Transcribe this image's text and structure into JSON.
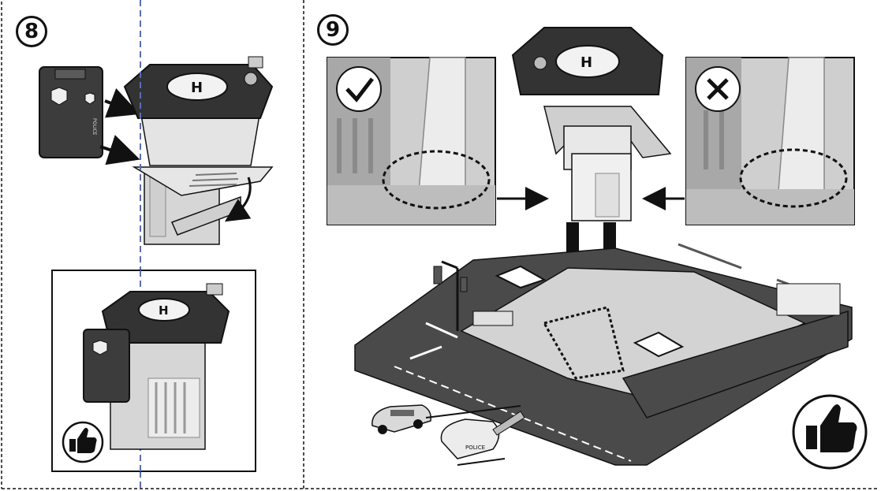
{
  "steps": [
    {
      "number": "8"
    },
    {
      "number": "9"
    }
  ],
  "colors": {
    "ink": "#111111",
    "dark_part": "#3c3c3c",
    "mid_part": "#8a8a8a",
    "light_part": "#d9d9d9",
    "guide_line": "#5a6eb4"
  },
  "icons": {
    "correct": "check-icon",
    "incorrect": "x-icon",
    "approve": "thumbs-up-icon"
  },
  "decals": {
    "helipad_mark": "H",
    "police_text": "POLICE"
  }
}
